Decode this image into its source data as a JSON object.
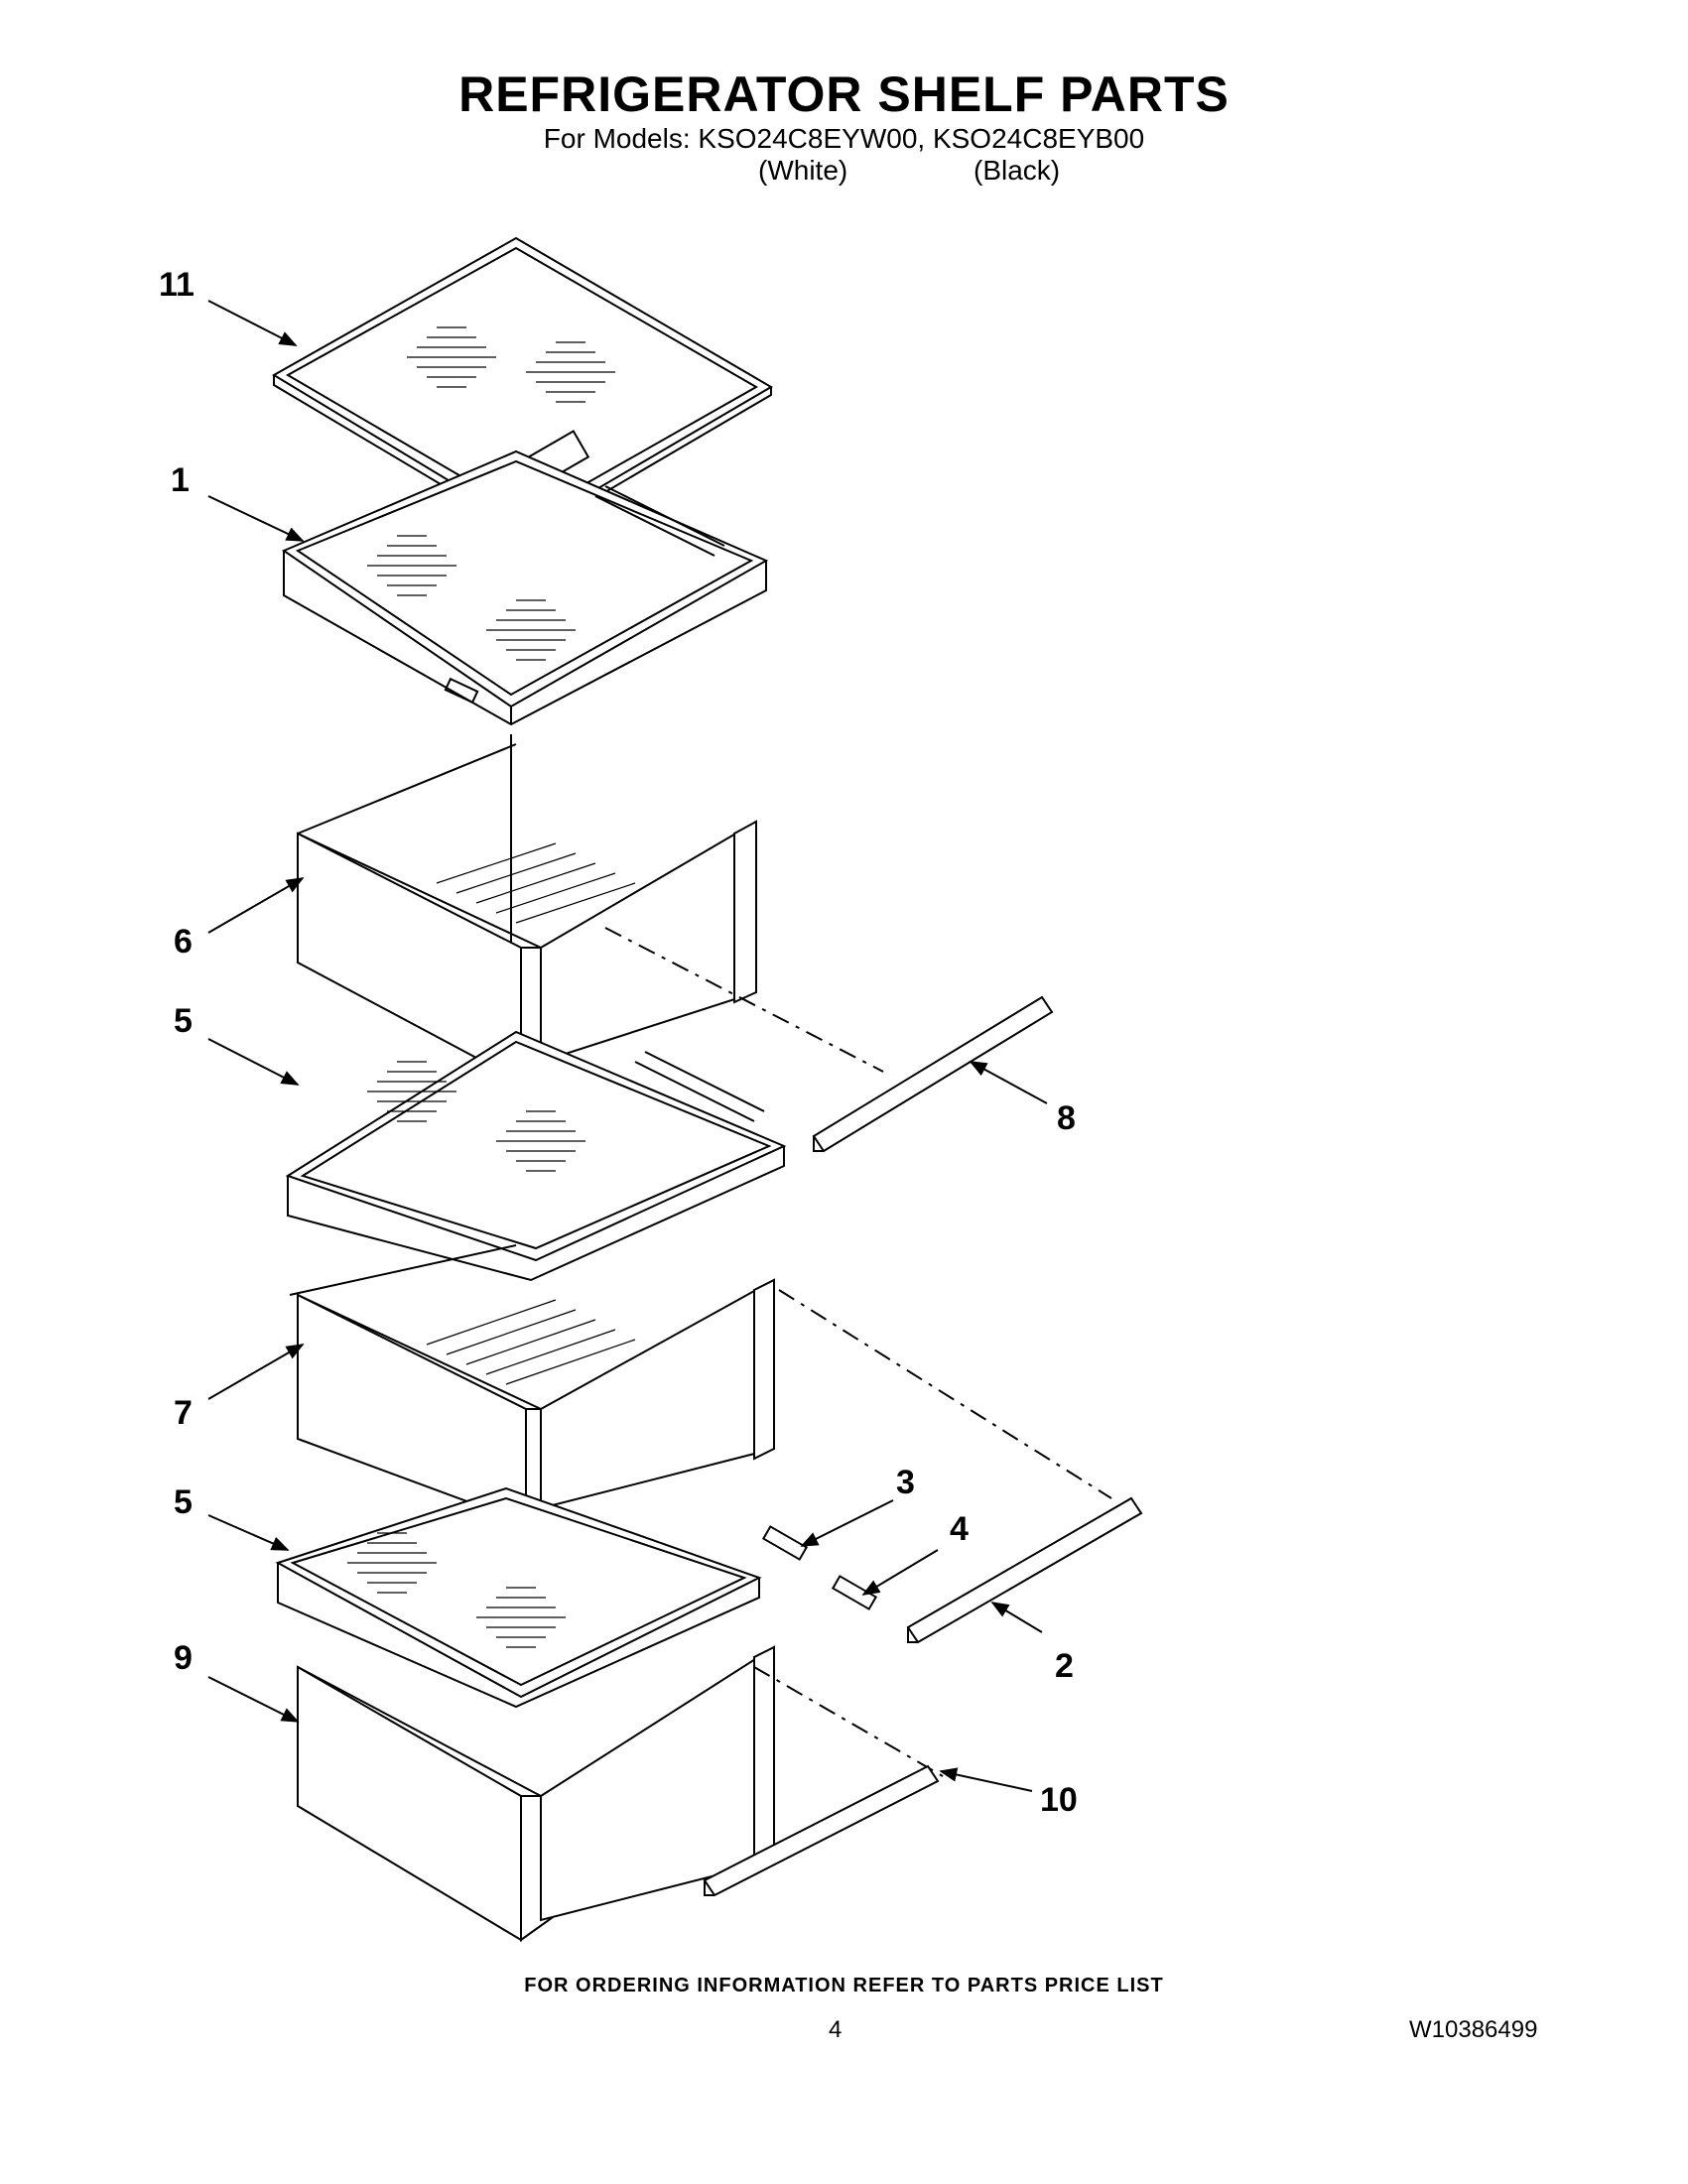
{
  "header": {
    "title": "REFRIGERATOR SHELF PARTS",
    "models_line": "For Models: KSO24C8EYW00, KSO24C8EYB00",
    "variant_white": "(White)",
    "variant_black": "(Black)"
  },
  "callouts": [
    "11",
    "1",
    "6",
    "5",
    "8",
    "7",
    "3",
    "4",
    "5",
    "2",
    "9",
    "10"
  ],
  "footer": {
    "ordering_note": "FOR ORDERING INFORMATION REFER TO PARTS PRICE LIST",
    "page_number": "4",
    "document_number": "W10386499"
  }
}
